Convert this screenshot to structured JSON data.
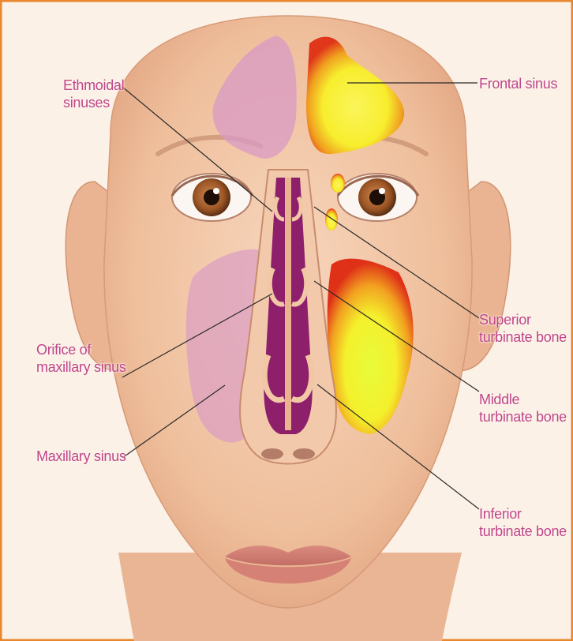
{
  "diagram": {
    "labels": {
      "ethmoidal_sinuses": [
        "Ethmoidal",
        "sinuses"
      ],
      "frontal_sinus": [
        "Frontal sinus"
      ],
      "orifice_of_maxillary_sinus": [
        "Orifice of",
        "maxillary sinus"
      ],
      "maxillary_sinus": [
        "Maxillary sinus"
      ],
      "superior_turbinate_bone": [
        "Superior",
        "turbinate bone"
      ],
      "middle_turbinate_bone": [
        "Middle",
        "turbinate bone"
      ],
      "inferior_turbinate_bone": [
        "Inferior",
        "turbinate bone"
      ]
    },
    "colors": {
      "label_text": "#c0458a",
      "skin": "#f2c7a6",
      "background": "#fbf1e6",
      "sinus_pink": "#d89ac4",
      "nasal_purple": "#8e1f6b",
      "inflamed_red": "#e23a1c",
      "inflamed_yellow": "#f7ef3a",
      "border": "#e8872e"
    }
  }
}
